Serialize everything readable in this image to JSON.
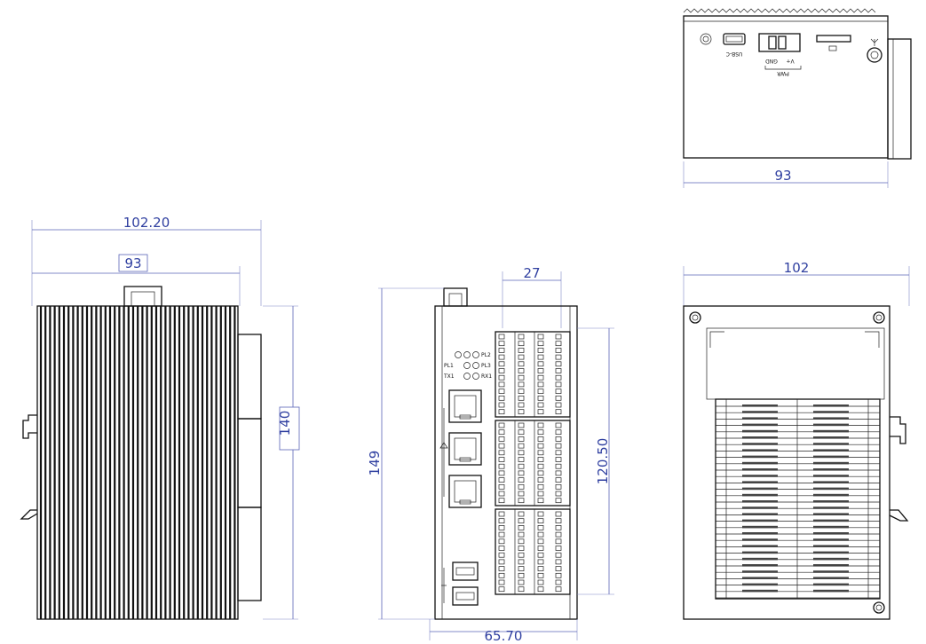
{
  "dimensions": {
    "top_view_width": "93",
    "front_overall_width": "102.20",
    "front_inner_width": "93",
    "front_height": "140",
    "side_top_width": "27",
    "side_height": "149",
    "side_terminal_height": "120.50",
    "side_depth": "65.70",
    "back_width": "102"
  },
  "top_view_labels": {
    "usb_label": "USB-C",
    "gnd_label": "GND",
    "v_label": "V+",
    "pwr_label": "PWR"
  },
  "led_labels": {
    "l1": "PL1",
    "l2": "PL2",
    "l3": "PL3",
    "l4": "TX1",
    "l5": "RX1"
  },
  "colors": {
    "dimension": "#2f3fa0",
    "lines": "#111111"
  }
}
